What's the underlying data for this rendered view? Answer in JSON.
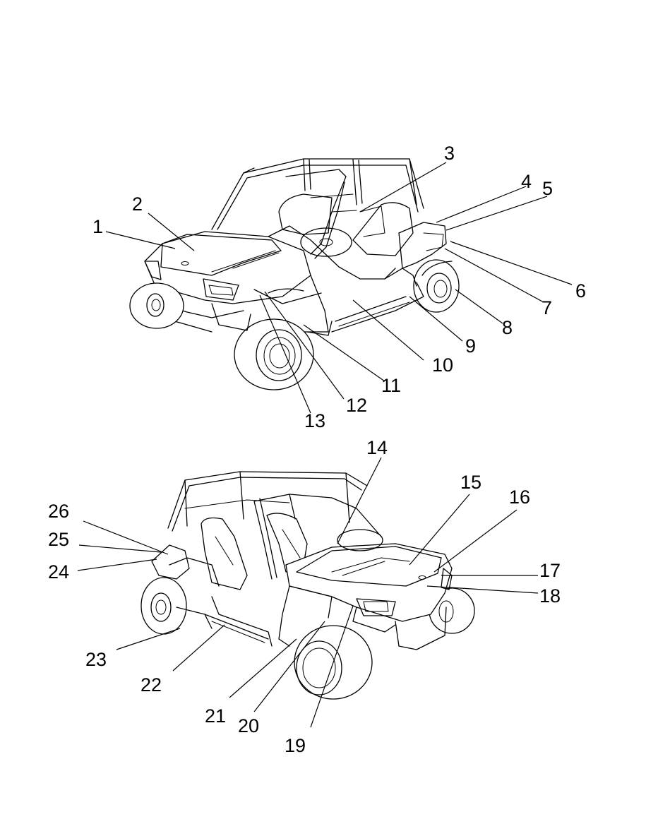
{
  "callouts": [
    {
      "n": "1",
      "label": "1"
    },
    {
      "n": "2",
      "label": "2"
    },
    {
      "n": "3",
      "label": "3"
    },
    {
      "n": "4",
      "label": "4"
    },
    {
      "n": "5",
      "label": "5"
    },
    {
      "n": "6",
      "label": "6"
    },
    {
      "n": "7",
      "label": "7"
    },
    {
      "n": "8",
      "label": "8"
    },
    {
      "n": "9",
      "label": "9"
    },
    {
      "n": "10",
      "label": "10"
    },
    {
      "n": "11",
      "label": "11"
    },
    {
      "n": "12",
      "label": "12"
    },
    {
      "n": "13",
      "label": "13"
    },
    {
      "n": "14",
      "label": "14"
    },
    {
      "n": "15",
      "label": "15"
    },
    {
      "n": "16",
      "label": "16"
    },
    {
      "n": "17",
      "label": "17"
    },
    {
      "n": "18",
      "label": "18"
    },
    {
      "n": "19",
      "label": "19"
    },
    {
      "n": "20",
      "label": "20"
    },
    {
      "n": "21",
      "label": "21"
    },
    {
      "n": "22",
      "label": "22"
    },
    {
      "n": "23",
      "label": "23"
    },
    {
      "n": "24",
      "label": "24"
    },
    {
      "n": "25",
      "label": "25"
    },
    {
      "n": "26",
      "label": "26"
    }
  ],
  "views": [
    {
      "id": "view-front-right",
      "icon": "utv-vehicle-icon"
    },
    {
      "id": "view-front-left",
      "icon": "utv-vehicle-icon"
    }
  ]
}
